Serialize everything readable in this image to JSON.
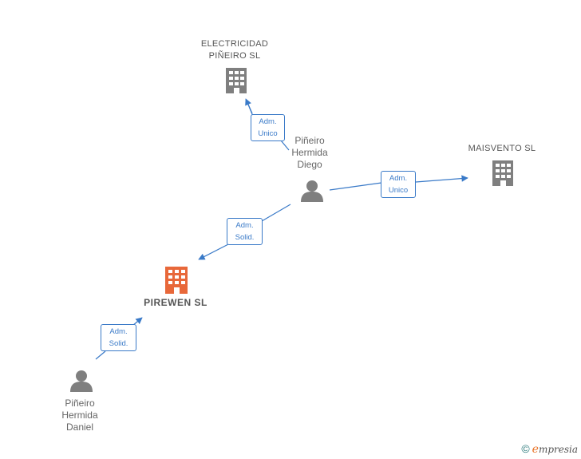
{
  "colors": {
    "edge": "#3a7ac8",
    "company_icon": "#7f7f7f",
    "main_company_icon": "#e8683a",
    "person_icon": "#7f7f7f"
  },
  "nodes": {
    "electricidad": {
      "label": "ELECTRICIDAD\nPIÑEIRO SL",
      "icon": "building-icon"
    },
    "maisvento": {
      "label": "MAISVENTO SL",
      "icon": "building-icon"
    },
    "pirewen": {
      "label": "PIREWEN  SL",
      "icon": "building-icon"
    },
    "diego": {
      "label": "Piñeiro\nHermida\nDiego",
      "icon": "person-icon"
    },
    "daniel": {
      "label": "Piñeiro\nHermida\nDaniel",
      "icon": "person-icon"
    }
  },
  "edges": {
    "diego_electricidad": {
      "line1": "Adm.",
      "line2": "Unico"
    },
    "diego_maisvento": {
      "line1": "Adm.",
      "line2": "Unico"
    },
    "diego_pirewen": {
      "line1": "Adm.",
      "line2": "Solid."
    },
    "daniel_pirewen": {
      "line1": "Adm.",
      "line2": "Solid."
    }
  },
  "footer": {
    "copyright": "©",
    "brand_initial": "e",
    "brand_rest": "mpresia"
  }
}
